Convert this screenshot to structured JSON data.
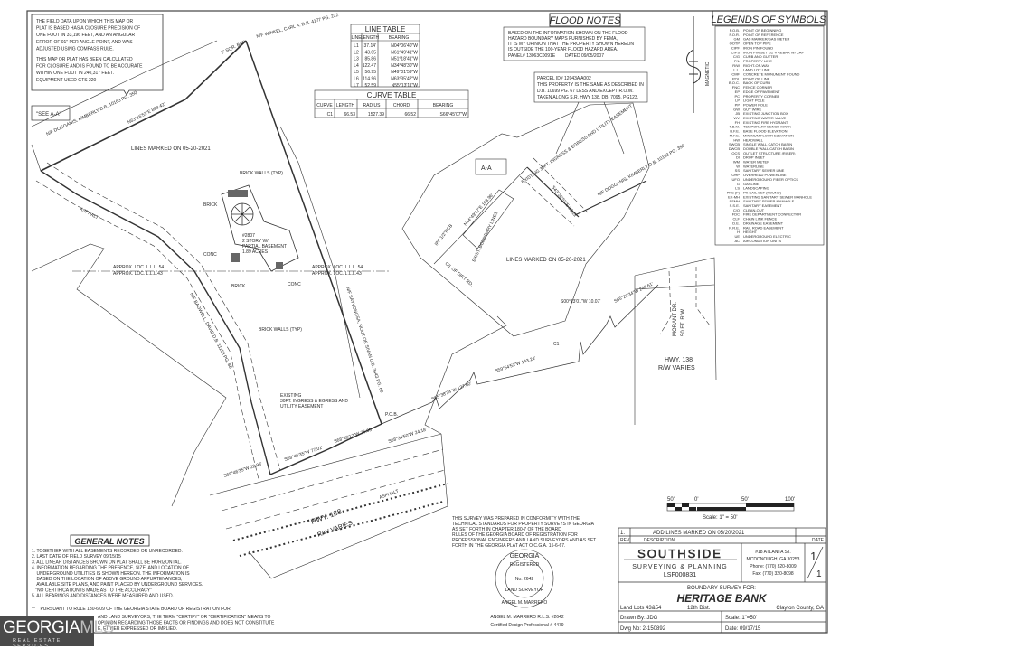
{
  "field_note": [
    "THE FIELD DATA UPON WHICH THIS MAP OR",
    "PLAT IS BASED HAS A CLOSURE PRECISION OF",
    "ONE FOOT IN 33,196 FEET, AND AN ANGULAR",
    "ERROR OF 01\" PER ANGLE POINT, AND WAS",
    "ADJUSTED USING COMPASS RULE.",
    "THIS MAP OR PLAT HAS BEEN CALCULATED",
    "FOR CLOSURE AND IS FOUND TO BE ACCURATE",
    "WITHIN ONE FOOT IN 240,317 FEET.",
    "EQUIPMENT USED GTS 220"
  ],
  "line_table": {
    "title": "LINE TABLE",
    "headers": [
      "LINE",
      "LENGTH",
      "BEARING"
    ],
    "rows": [
      [
        "L1",
        "37.14'",
        "N04°06'40\"W"
      ],
      [
        "L2",
        "43.05",
        "N61°49'41\"W"
      ],
      [
        "L3",
        "85.86",
        "N51°18'41\"W"
      ],
      [
        "L4",
        "122.47",
        "N34°48'30\"W"
      ],
      [
        "L5",
        "56.95",
        "N49°01'59\"W"
      ],
      [
        "L6",
        "114.96",
        "N63°35'42\"W"
      ],
      [
        "L7",
        "52.59",
        "N55°13'11\"W"
      ]
    ]
  },
  "curve_table": {
    "title": "CURVE TABLE",
    "headers": [
      "CURVE",
      "LENGTH",
      "RADIUS",
      "CHORD",
      "BEARING"
    ],
    "rows": [
      [
        "C1",
        "66.53",
        "1527.39",
        "66.52",
        "S66°45'07\"W"
      ]
    ]
  },
  "flood_notes": {
    "title": "FLOOD NOTES",
    "lines": [
      "BASED ON THE INFORMATION SHOWN ON THE FLOOD",
      "HAZARD BOUNDARY MAPS FURNISHED BY FEMA,",
      "IT IS MY OPINION THAT THE PROPERTY SHOWN HEREON",
      "IS OUTSIDE THE 100-YEAR FLOOD HAZARD AREA."
    ],
    "panel": "PANEL# 13063C0091E",
    "dated": "DATED 09/05/2007"
  },
  "parcel_note": [
    "PARCEL ID# 12043A A002",
    "THIS PROPERTY IS THE SAME AS DESCRIBED IN",
    "D.B. 10699 PG. 67 LESS AND EXCEPT R.O.W.",
    "TAKEN ALONG  S.R. HWY 138, DB. 7095, PG123."
  ],
  "north_arrow_label": "MAGNETIC",
  "legend": {
    "title": "LEGENDS OF SYMBOLS",
    "items": [
      [
        "P.O.B.",
        "POINT OF BEGINNING"
      ],
      [
        "P.O.R.",
        "POINT OF REFERENCE"
      ],
      [
        "GM",
        "GAS MARKER/GAS METER"
      ],
      [
        "OOTP",
        "OPEN TOP PIPE"
      ],
      [
        "CIPF",
        "IRON PIN FOUND"
      ],
      [
        "CIPS",
        "IRON PIN SET 1/2\"# REBAR W/ CAP"
      ],
      [
        "C/G",
        "CURB AND GUTTER"
      ],
      [
        "P/L",
        "PROPERTY LINE"
      ],
      [
        "R/W",
        "RIGHT-OF-WAY"
      ],
      [
        "L.L.L.",
        "LAND LOT LINE"
      ],
      [
        "CMF",
        "CONCRETE MONUMENT FOUND"
      ],
      [
        "POL",
        "POINT ON LINE"
      ],
      [
        "B.O.C.",
        "BACK OF CURB"
      ],
      [
        "FNC",
        "FENCE CORNER"
      ],
      [
        "EP",
        "EDGE OF PAVEMENT"
      ],
      [
        "PC",
        "PROPERTY CORNER"
      ],
      [
        "LP",
        "LIGHT POLE"
      ],
      [
        "PP",
        "POWER POLE"
      ],
      [
        "GW",
        "GUY WIRE"
      ],
      [
        "JB",
        "EXISTING JUNCTION BOX"
      ],
      [
        "WV",
        "EXISTING WATER VALVE"
      ],
      [
        "FH",
        "EXISTING FIRE HYDRANT"
      ],
      [
        "T.B.M.",
        "TEMPORARY BENCH MARK"
      ],
      [
        "B.F.E.",
        "BASE FLOOD ELEVATION"
      ],
      [
        "M.F.E.",
        "MINIMUM FLOOR ELEVATION"
      ],
      [
        "HW",
        "HEADWALL"
      ],
      [
        "SWCB",
        "SINGLE WALL CATCH BASIN"
      ],
      [
        "DWCB",
        "DOUBLE WALL CATCH BASIN"
      ],
      [
        "OCS",
        "OUTLET STRUCTURE (RISER)"
      ],
      [
        "DI",
        "DROP INLET"
      ],
      [
        "WM",
        "WATER METER"
      ],
      [
        "W",
        "WATERLINE"
      ],
      [
        "SS",
        "SANITARY SEWER LINE"
      ],
      [
        "OHP",
        "OVERHEAD POWERLINE"
      ],
      [
        "UFO",
        "UNDERGROUND FIBER OPTICS"
      ],
      [
        "G",
        "GASLINE"
      ],
      [
        "LS",
        "LANDSCAPING"
      ],
      [
        "PKS (F)",
        "PK NAIL SET (FOUND)"
      ],
      [
        "EX-MH",
        "EXISTING SANITARY SEWER MANHOLE"
      ],
      [
        "SSMH",
        "SANITARY SEWER MANHOLE"
      ],
      [
        "S.S.E.",
        "SANITARY EASEMENT"
      ],
      [
        "C/O",
        "CLEAN-OUT"
      ],
      [
        "FDC",
        "FIRE DEPARTMENT CONNECTOR"
      ],
      [
        "CLF",
        "CHAIN LINK FENCE"
      ],
      [
        "D.E.",
        "DRAINAGE EASEMENT"
      ],
      [
        "R.R.E.",
        "RAIL ROAD EASEMENT"
      ],
      [
        "H",
        "HEIGHT"
      ],
      [
        "UE",
        "UNDERGROUND ELECTRIC"
      ],
      [
        "AC",
        "AIRCONDITION UNITS"
      ]
    ]
  },
  "map_labels": {
    "see_aa": "\"SEE A-A\"",
    "aa": "A-A",
    "lines_marked_1": "LINES MARKED ON 05-20-2021",
    "lines_marked_2": "LINES MARKED ON 05-20-2021",
    "sqr_bar": "1\" SQR. BAR",
    "nf_north": "N/F  DOGGANIS, KIMBERLY  D.B. 10163 PG. 350",
    "north_bearing": "N63°16'53\"E  898.42'",
    "nf_top": "N/F  WINKEL, CARL A.  D.B. 4177 PG. 222",
    "brick_walls_1": "BRICK WALLS (TYP)",
    "brick_walls_2": "BRICK WALLS (TYP)",
    "brick_a": "BRICK",
    "brick_b": "BRICK",
    "house_1": "#2807",
    "house_2": "2 STORY W/",
    "house_3": "PARTIAL BASEMENT",
    "house_4": "1.89 ACRES",
    "conc_1": "CONC",
    "conc_2": "CONC",
    "lll_1": "APPROX. LOC. L.L.L. 54",
    "lll_2": "APPROX. LOC. L.L.L.43",
    "lll_3": "APPROX. LOC. L.L.L. 54",
    "lll_4": "APPROX. LOC. L.L.L.43",
    "asphalt_1": "ASPHALT",
    "nf_east": "N/F  SAYVONGSA, NOUT OR SIVAN  D.B. 3443 PG. 60",
    "nf_west": "N/F  BAGWELL, DAVID  D.B. 11153 PG. 88",
    "easement_1": "EXISTING",
    "easement_2": "30FT. INGRESS & EGRESS AND",
    "easement_3": "UTILITY EASEMENT",
    "pob": "P.O.B.",
    "b1": "S68°46'35\"W  22.98'",
    "b2": "S68°46'35\"W  77.01'",
    "b3": "S68°48'12\"W  76.05'",
    "b4": "S68°34'50\"W  24.18'",
    "b5": "S65°38'34\"W  127.60'",
    "b6": "S59°54'53\"W  143.24'",
    "b7": "S00°13'01\"W  10.07'",
    "b8": "S65°26'34\"W  248.61'",
    "c1": "C1",
    "hwy1": "HWY. 138",
    "hwy1b": "R/W VARIES",
    "asphalt_2": "ASPHALT",
    "hwy2": "HWY. 138",
    "hwy2b": "R/W VARIES",
    "morant": "MORANT DR.",
    "morant_b": "50 FT. R/W",
    "aa_ease": "EXISTING  30FT. INGRESS & EGRESS AND  UTILITY EASEMENT",
    "aa_nf": "N/F  DOGGANIS, KIMBERLY  D.B. 10163 PG. 350",
    "aa_bear": "N44°49'47\"E  168.96'",
    "aa_bound": "EXIST. BOUNDARY LINES",
    "aa_ipf": "IPF 1/2\"RCB",
    "aa_cl": "C/L OF DIRT RD.",
    "aa_bear2": "S43°36'53\"E  30.22'"
  },
  "scale": {
    "ticks": [
      "50'",
      "0'",
      "50'",
      "100'"
    ],
    "label": "Scale: 1\" = 50'"
  },
  "title_block": {
    "rev_no": "1.",
    "rev_desc": "ADD LINES MARKED ON 05/20/2021",
    "rev_header": "REV.",
    "desc_header": "DESCRIPTION",
    "date_header": "DATE",
    "company": "SOUTHSIDE",
    "company_sub": "SURVEYING & PLANNING",
    "license": "LSF000831",
    "address_1": "#18 ATLANTA  ST.",
    "address_2": "MCDONOUGH, GA  30253",
    "phone": "Phone: (770) 320-8009",
    "fax": "Fax: (770) 320-8098",
    "sheet": "1",
    "sheet_total": "1",
    "survey_for": "BOUNDARY SURVEY FOR:",
    "client": "HERITAGE BANK",
    "land_lots": "Land Lots 43&54",
    "district": "12th Dist.",
    "county": "Clayton County, GA",
    "drawn_by": "Drawn By: JDG",
    "scale": "Scale: 1\"=50'",
    "dwg_no": "Dwg No: 2-150892",
    "date": "Date: 09/17/15"
  },
  "survey_statement": [
    "THIS SURVEY WAS PREPARED IN CONFORMITY WITH THE",
    "TECHNICAL STANDARDS FOR PROPERTY SURVEYS IN GEORGIA",
    "AS SET FORTH IN CHAPTER 180-7 OF THE BOARD",
    "RULES OF THE GEORGIA BOARD OF REGISTRATION FOR",
    "PROFESSIONAL ENGINEERS AND LAND SURVEYORS AND AS SET",
    "FORTH IN THE GEORGIA PLAT ACT O.C.G.A. 15-6-67."
  ],
  "seal": {
    "top": "GEORGIA",
    "reg": "REGISTERED",
    "no": "No. 2642",
    "mid": "LAND SURVEYOR",
    "name": "ANGEL M. MARRERO"
  },
  "signature": {
    "name": "ANGEL M. MARRERO R.L.S. #2642",
    "cert": "Certified Design Professional # 4479"
  },
  "general_notes": {
    "title": "GENERAL NOTES",
    "lines": [
      "1. TOGETHER WITH ALL EASEMENTS RECORDED OR UNRECORDED.",
      "2. LAST DATE OF FIELD SURVEY 09/15/15",
      "3. ALL LINEAR DISTANCES SHOWN ON PLAT SHALL BE HORIZONTAL.",
      "4. INFORMATION REGARDING THE PRESENCE, SIZE, AND LOCATION OF",
      "    UNDERGROUND UTILITIES IS SHOWN HEREON. THE INFORMATION IS",
      "    BASED ON THE LOCATION OF ABOVE GROUND APPURTENANCES,",
      "    AVAILABLE SITE PLANS, AND PAINT PLACED BY UNDERGROUND SERVICES.",
      "   \"NO CERTIFICATION IS MADE AS TO THE ACCURACY\"",
      "5. ALL BEARINGS AND DISTANCES WERE MEASURED AND USED."
    ],
    "pursuant": [
      "**    PURSUANT TO RULE 180-6.09 OF THE GEORGIA STATE BOARD OF REGISTRATION FOR",
      "                   AND LAND SURVEYORS, THE TERM \"CERTIFY\" OR \"CERTIFICATION\" MEANS TO",
      "                   OPINION REGARDING THOSE FACTS OR FINDINGS AND DOES NOT CONSTITUTE",
      "                   E, EITHER EXPRESSED OR IMPLIED."
    ]
  },
  "watermark": {
    "brand_a": "GEORGIA",
    "brand_b": "MLS",
    "tagline": "REAL ESTATE SERVICES"
  }
}
